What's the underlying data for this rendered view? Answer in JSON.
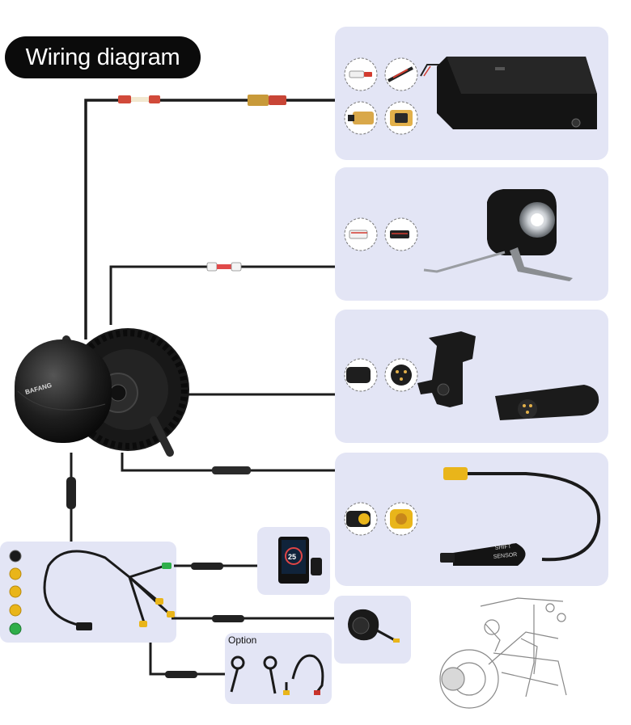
{
  "title": "Wiring diagram",
  "brand_logo_text": "BAFANG",
  "display_reading": "25",
  "sensor_label_line1": "SHIFT",
  "sensor_label_line2": "SENSOR",
  "option_label": "Option",
  "colors": {
    "panel": "#e3e5f5",
    "cable": "#1a1a1a",
    "connector_yellow": "#e9b51a",
    "connector_green": "#2fae4a",
    "connector_red": "#c8332b",
    "title_bg": "#0b0b0b"
  },
  "components": [
    "battery",
    "headlight",
    "brake-sensor",
    "shift-sensor",
    "color-display",
    "thumb-throttle",
    "brake-levers",
    "wiring-harness",
    "mid-drive-motor",
    "bike-line-drawing"
  ]
}
